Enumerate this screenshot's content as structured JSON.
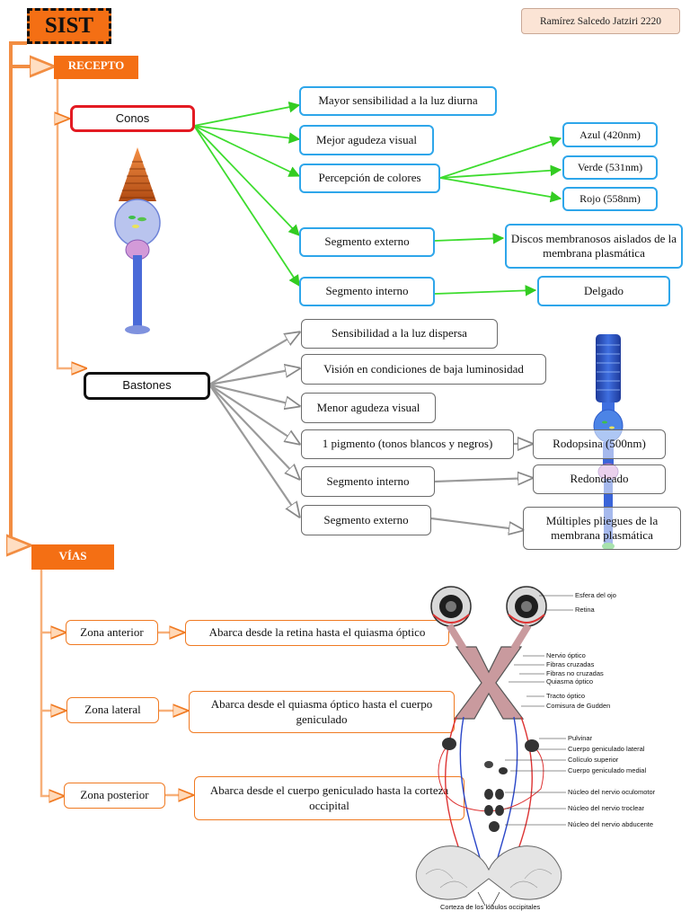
{
  "title": "SIST",
  "author": "Ramírez Salcedo Jatziri 2220",
  "receptores": {
    "heading": "RECEPTO",
    "conos": {
      "label": "Conos",
      "items": [
        "Mayor sensibilidad a la luz diurna",
        "Mejor agudeza visual",
        "Percepción de colores",
        "Segmento externo",
        "Segmento interno"
      ],
      "colores": [
        "Azul (420nm)",
        "Verde (531nm)",
        "Rojo (558nm)"
      ],
      "segmento_externo_detalle": "Discos membranosos aislados de la membrana plasmática",
      "segmento_interno_detalle": "Delgado"
    },
    "bastones": {
      "label": "Bastones",
      "items": [
        "Sensibilidad a la luz dispersa",
        "Visión en condiciones de baja luminosidad",
        "Menor agudeza visual",
        "1 pigmento (tonos blancos y negros)",
        "Segmento interno",
        "Segmento externo"
      ],
      "pigmento_detalle": "Rodopsina (500nm)",
      "segmento_interno_detalle": "Redondeado",
      "segmento_externo_detalle": "Múltiples pliegues de la membrana plasmática"
    }
  },
  "vias": {
    "heading": "VÍAS",
    "zonas": [
      {
        "label": "Zona anterior",
        "desc": "Abarca desde la retina hasta el quiasma óptico"
      },
      {
        "label": "Zona lateral",
        "desc": "Abarca desde el quiasma óptico hasta el cuerpo geniculado"
      },
      {
        "label": "Zona posterior",
        "desc": "Abarca desde el cuerpo geniculado hasta la corteza occipital"
      }
    ]
  },
  "diagram_labels": {
    "esfera": "Esfera del ojo",
    "retina": "Retina",
    "nervio_optico": "Nervio óptico",
    "fibras_cruzadas": "Fibras cruzadas",
    "fibras_no_cruzadas": "Fibras no cruzadas",
    "quiasma": "Quiasma óptico",
    "tracto": "Tracto óptico",
    "comisura": "Comisura de Gudden",
    "pulvinar": "Pulvinar",
    "cgl": "Cuerpo geniculado lateral",
    "coliculo": "Colículo superior",
    "cgm": "Cuerpo geniculado medial",
    "oculomotor": "Núcleo del nervio oculomotor",
    "troclear": "Núcleo del nervio troclear",
    "abducente": "Núcleo del nervio abducente",
    "corteza": "Corteza de los lóbulos occipitales"
  },
  "colors": {
    "accent": "#f46f14",
    "cones_box": "#e31b23",
    "green_arrow": "#3ddc2e",
    "blue_border": "#2ea6ea",
    "gray_border": "#6b6b6b"
  }
}
